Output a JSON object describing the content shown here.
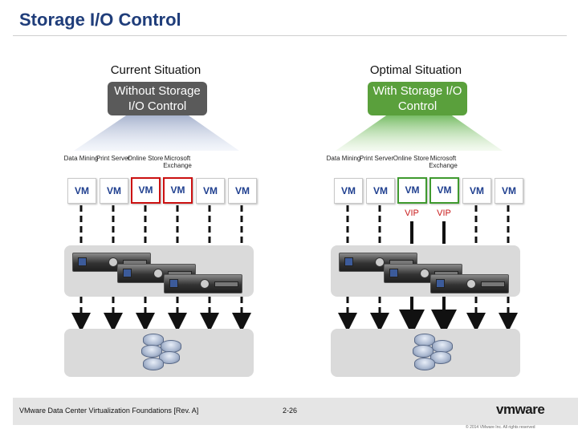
{
  "title": "Storage I/O Control",
  "left": {
    "heading": "Current Situation",
    "pill": "Without Storage I/O Control",
    "vm_labels": [
      "Data Mining",
      "Print Server",
      "Online Store",
      "Microsoft Exchange"
    ],
    "vm_text": "VM",
    "highlight_color": "#cc1111"
  },
  "right": {
    "heading": "Optimal Situation",
    "pill": "With Storage I/O Control",
    "vm_labels": [
      "Data Mining",
      "Print Server",
      "Online Store",
      "Microsoft Exchange"
    ],
    "vm_text": "VM",
    "vip_text": "VIP",
    "highlight_color": "#3f9a2f"
  },
  "footer": {
    "course": "VMware Data Center Virtualization Foundations [Rev. A]",
    "page": "2-26",
    "logo": "vmware",
    "copyright": "© 2014 VMware Inc. All rights reserved"
  },
  "colors": {
    "title": "#1f3d7a",
    "pill_gray": "#5a5a5a",
    "pill_green": "#5aa03c",
    "vm_text": "#1f3f8f",
    "vip_text": "#c81a1a"
  }
}
